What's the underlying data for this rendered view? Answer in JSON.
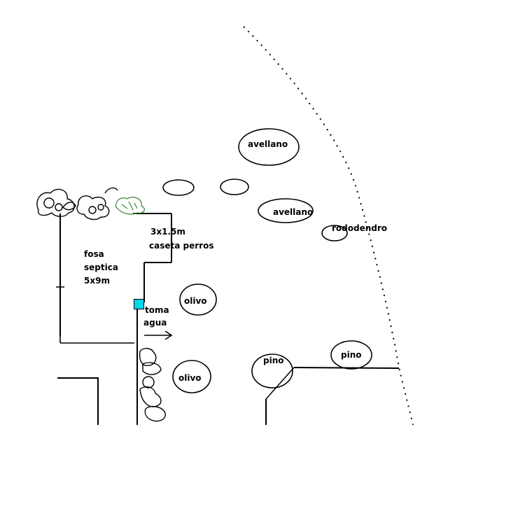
{
  "labels": {
    "avellano_top": "avellano",
    "avellano_mid": "avellano",
    "rododendro": "rododendro",
    "caseta_size": "3x1.5m",
    "caseta_name": "caseta perros",
    "fosa_line1": "fosa",
    "fosa_line2": "septica",
    "fosa_line3": "5x9m",
    "olivo_top": "olivo",
    "olivo_bottom": "olivo",
    "toma_line1": "toma",
    "toma_line2": "agua",
    "pino_left": "pino",
    "pino_right": "pino"
  },
  "colors": {
    "line": "#000000",
    "water_tap": "#00d7e6",
    "shrub_green": "#3c8c3c"
  }
}
